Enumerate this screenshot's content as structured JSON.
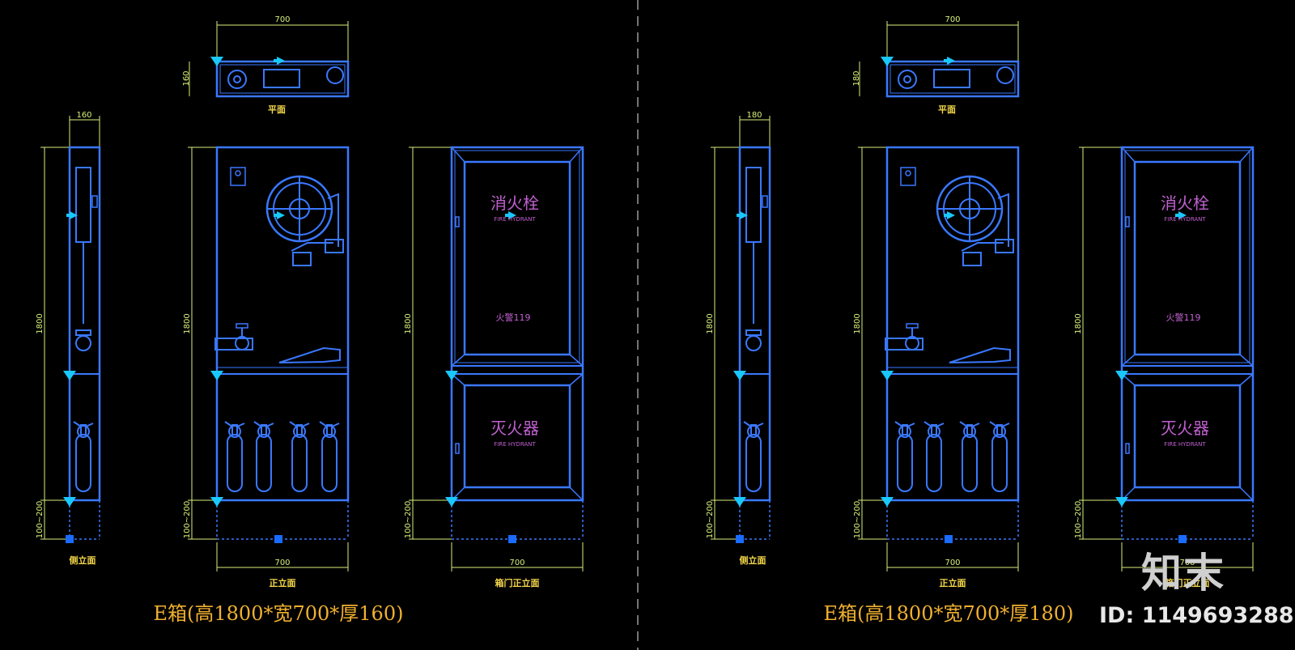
{
  "panels": [
    {
      "dims": {
        "plan_width": "700",
        "plan_depth": "160",
        "side_width": "160",
        "height": "1800",
        "base": "100~200",
        "front_width": "700",
        "door_width": "700"
      },
      "labels": {
        "plan": "平面",
        "side": "侧立面",
        "front": "正立面",
        "door_front": "箱门正立面"
      },
      "door_text": {
        "hydrant": "消火栓",
        "hydrant_en": "FIRE HYDRANT",
        "alarm": "火警119",
        "extinguisher": "灭火器",
        "extinguisher_en": "FIRE HYDRANT"
      },
      "title": "E箱(高1800*宽700*厚160)"
    },
    {
      "dims": {
        "plan_width": "700",
        "plan_depth": "180",
        "side_width": "180",
        "height": "1800",
        "base": "100~200",
        "front_width": "700",
        "door_width": "700"
      },
      "labels": {
        "plan": "平面",
        "side": "侧立面",
        "front": "正立面",
        "door_front": "箱门正立面"
      },
      "door_text": {
        "hydrant": "消火栓",
        "hydrant_en": "FIRE HYDRANT",
        "alarm": "火警119",
        "extinguisher": "灭火器",
        "extinguisher_en": "FIRE HYDRANT"
      },
      "title": "E箱(高1800*宽700*厚180)"
    }
  ],
  "watermark": {
    "logo": "知末",
    "id": "ID: 1149693288"
  },
  "colors": {
    "line": "#3a78ff",
    "dim": "#d8f07a",
    "door_text": "#c060d0",
    "title": "#f0b030",
    "arrow": "#19c8ff"
  }
}
